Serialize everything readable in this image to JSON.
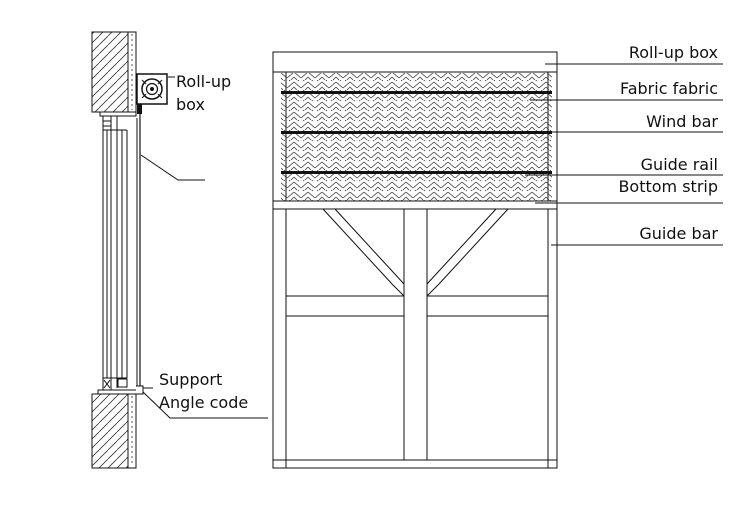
{
  "section_labels": {
    "rollup_box_line1": "Roll-up",
    "rollup_box_line2": "box",
    "support": "Support",
    "angle_code": "Angle code"
  },
  "elevation_labels": {
    "rollup_box": "Roll-up box",
    "fabric": "Fabric fabric",
    "wind_bar": "Wind bar",
    "guide_rail": "Guide rail",
    "bottom_strip": "Bottom strip",
    "guide_bar": "Guide bar"
  },
  "colors": {
    "line": "#111111",
    "hatch": "#333333",
    "background": "#ffffff"
  }
}
